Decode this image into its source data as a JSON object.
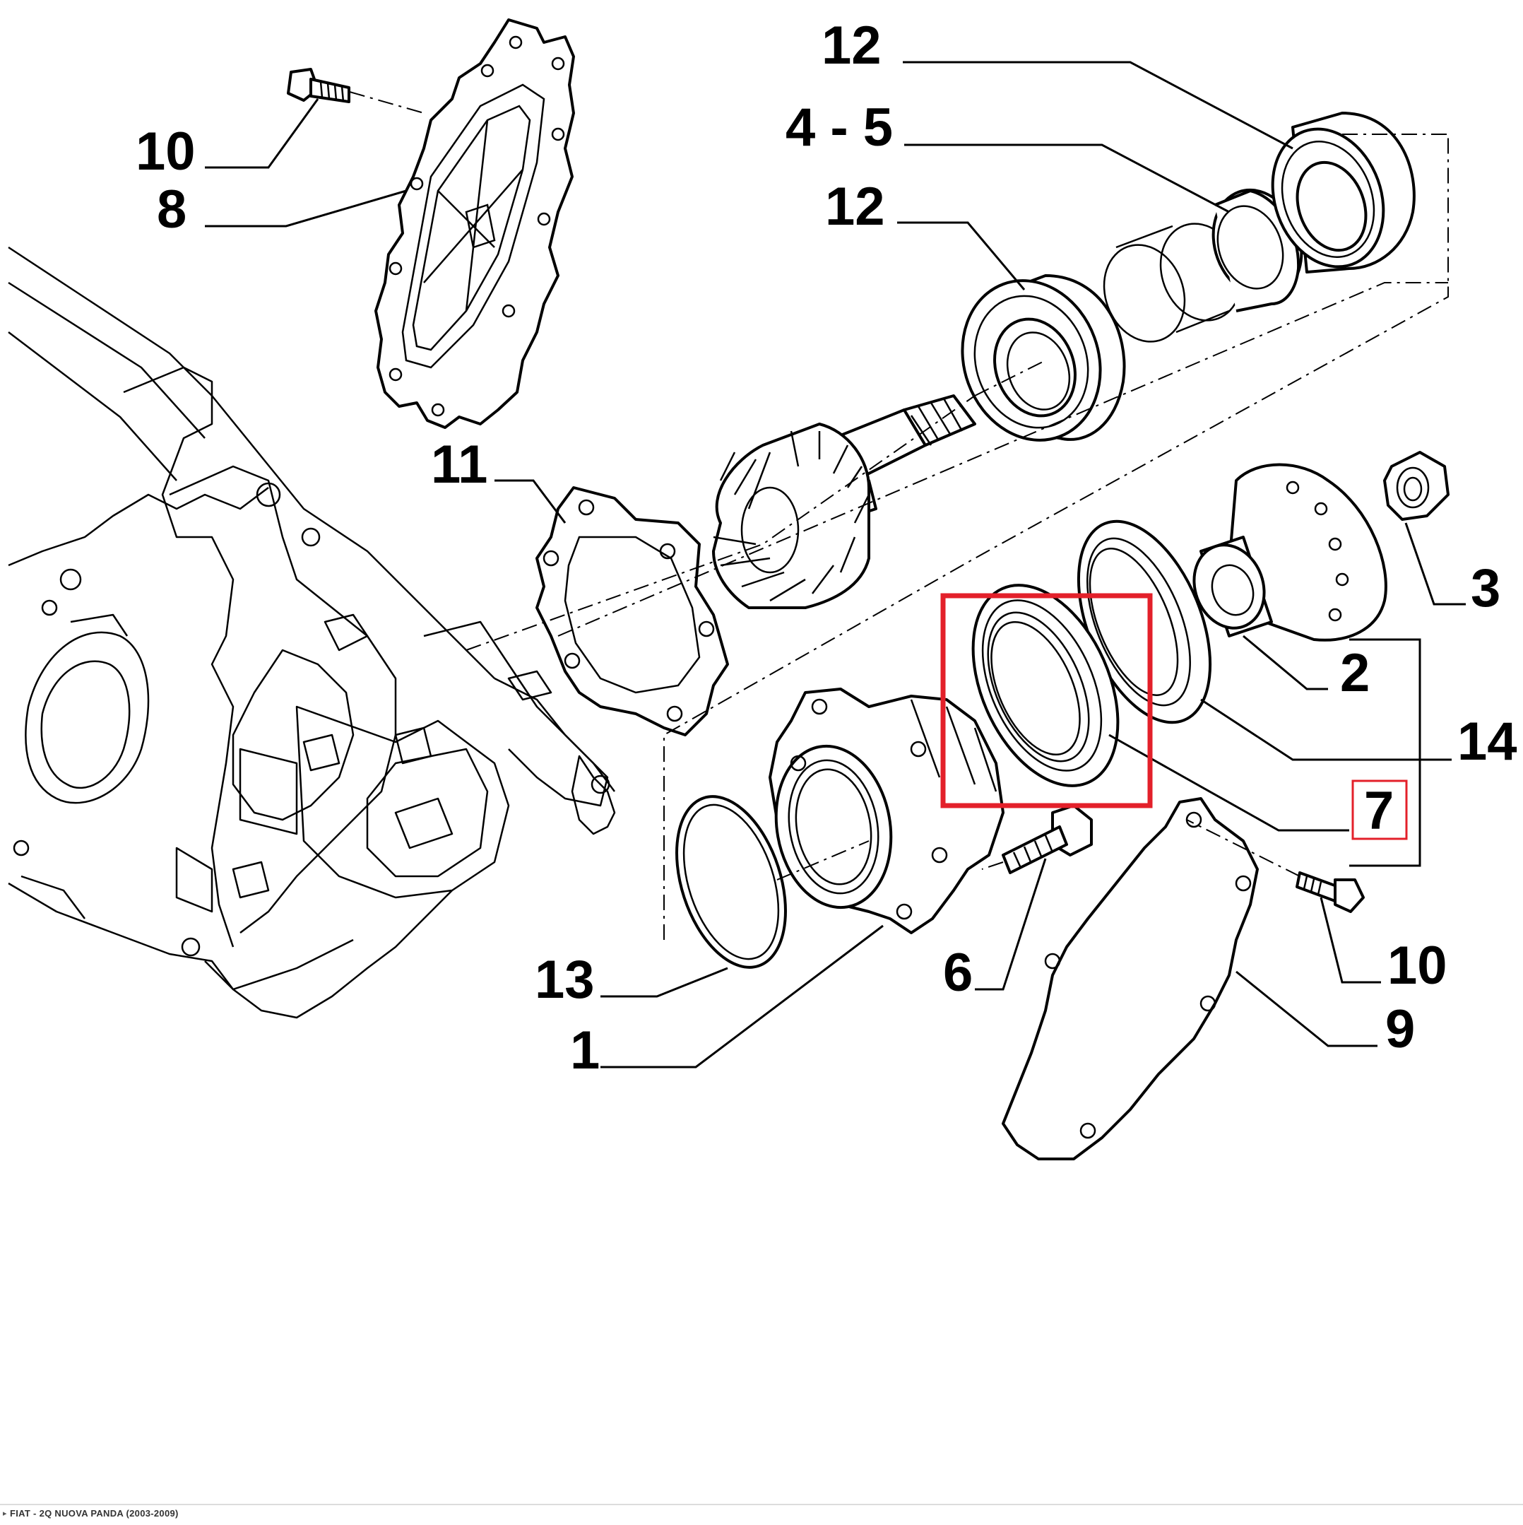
{
  "labels": {
    "l12_top": "12",
    "l4_5": "4 - 5",
    "l12_mid": "12",
    "l10_left": "10",
    "l8": "8",
    "l11": "11",
    "l3": "3",
    "l2": "2",
    "l14": "14",
    "l7": "7",
    "l10_right": "10",
    "l9": "9",
    "l6": "6",
    "l13": "13",
    "l1": "1"
  },
  "highlight_color": "#e3202a",
  "footer": {
    "text": "FIAT - 2Q NUOVA PANDA (2003-2009)"
  }
}
